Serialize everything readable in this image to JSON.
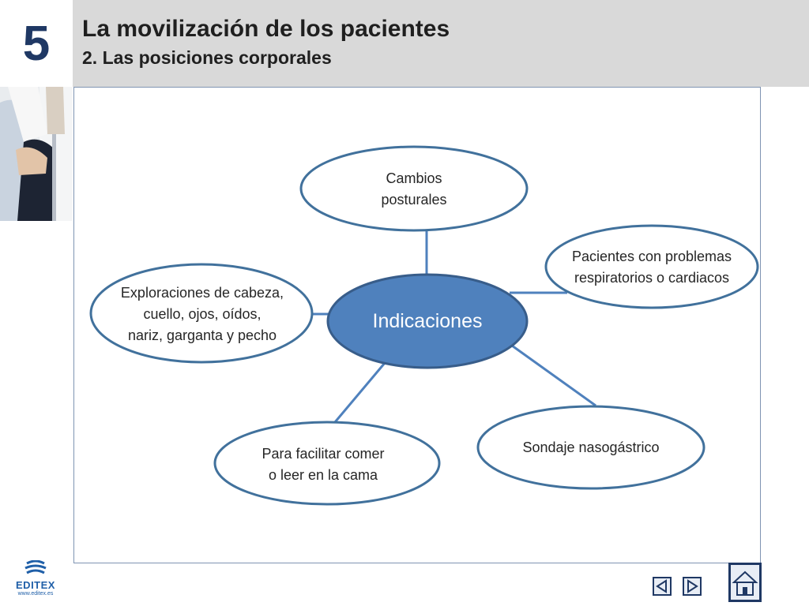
{
  "header": {
    "chapter_number": "5",
    "title": "La movilización de los pacientes",
    "subtitle": "2. Las posiciones corporales"
  },
  "diagram": {
    "center": "Indicaciones",
    "nodes": {
      "top": "Cambios\nposturales",
      "right_top": "Pacientes con problemas\nrespiratorios o cardiacos",
      "left": "Exploraciones de cabeza,\ncuello, ojos, oídos,\nnariz, garganta y pecho",
      "bottom_left": "Para facilitar comer\no leer en la cama",
      "bottom_right": "Sondaje nasogástrico"
    }
  },
  "footer": {
    "logo_text": "EDITEX",
    "logo_url": "www.editex.es"
  },
  "colors": {
    "accent": "#4f81bd",
    "outline": "#41719c",
    "center_fill": "#4f81bd",
    "header_bg": "#d9d9d9",
    "chapter_num": "#1f3864"
  },
  "icons": {
    "prev": "triangle-left-icon",
    "next": "triangle-right-icon",
    "home": "home-icon"
  }
}
